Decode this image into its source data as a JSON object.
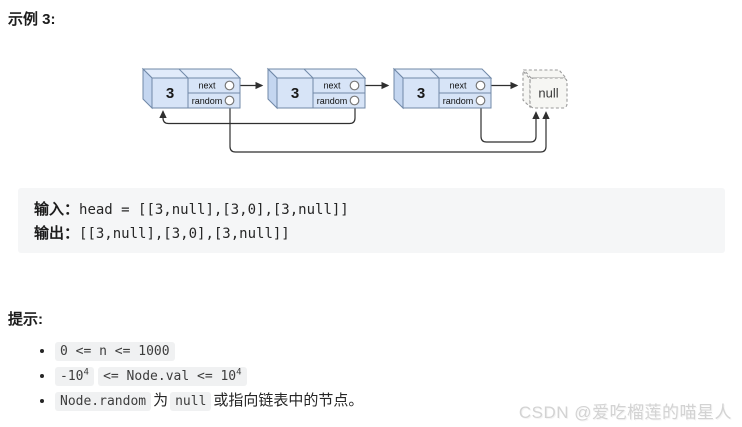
{
  "example": {
    "title": "示例 3:",
    "input_label": "输入：",
    "input_value": "head = [[3,null],[3,0],[3,null]]",
    "output_label": "输出：",
    "output_value": "[[3,null],[3,0],[3,null]]"
  },
  "diagram": {
    "node_value": "3",
    "next_label": "next",
    "random_label": "random",
    "null_label": "null",
    "nodes": [
      {
        "value": "3",
        "next": "node-2",
        "random": "null"
      },
      {
        "value": "3",
        "next": "node-3",
        "random": "node-1"
      },
      {
        "value": "3",
        "next": "null",
        "random": "null"
      }
    ],
    "colors": {
      "node_fill": "#d7e4f7",
      "node_top_fill": "#e1ebfa",
      "node_side_fill": "#c4d6f0",
      "node_border": "#7088a7",
      "arrow": "#2f2f2f",
      "null_fill": "#f6f6f3",
      "null_border": "#9a9a9a",
      "code_block_bg": "#f5f6f7",
      "code_chip_bg": "#f0f1f2"
    }
  },
  "constraints": {
    "title": "提示:",
    "item1_code": "0 <= n <= 1000",
    "item2_code1_base": "-10",
    "item2_code1_sup": "4",
    "item2_code2_base": "<= Node.val <= 10",
    "item2_code2_sup": "4",
    "item3_code1": "Node.random",
    "item3_text1": "为",
    "item3_code2": "null",
    "item3_text2": "或指向链表中的节点。"
  },
  "watermark": "CSDN @爱吃榴莲的喵星人"
}
